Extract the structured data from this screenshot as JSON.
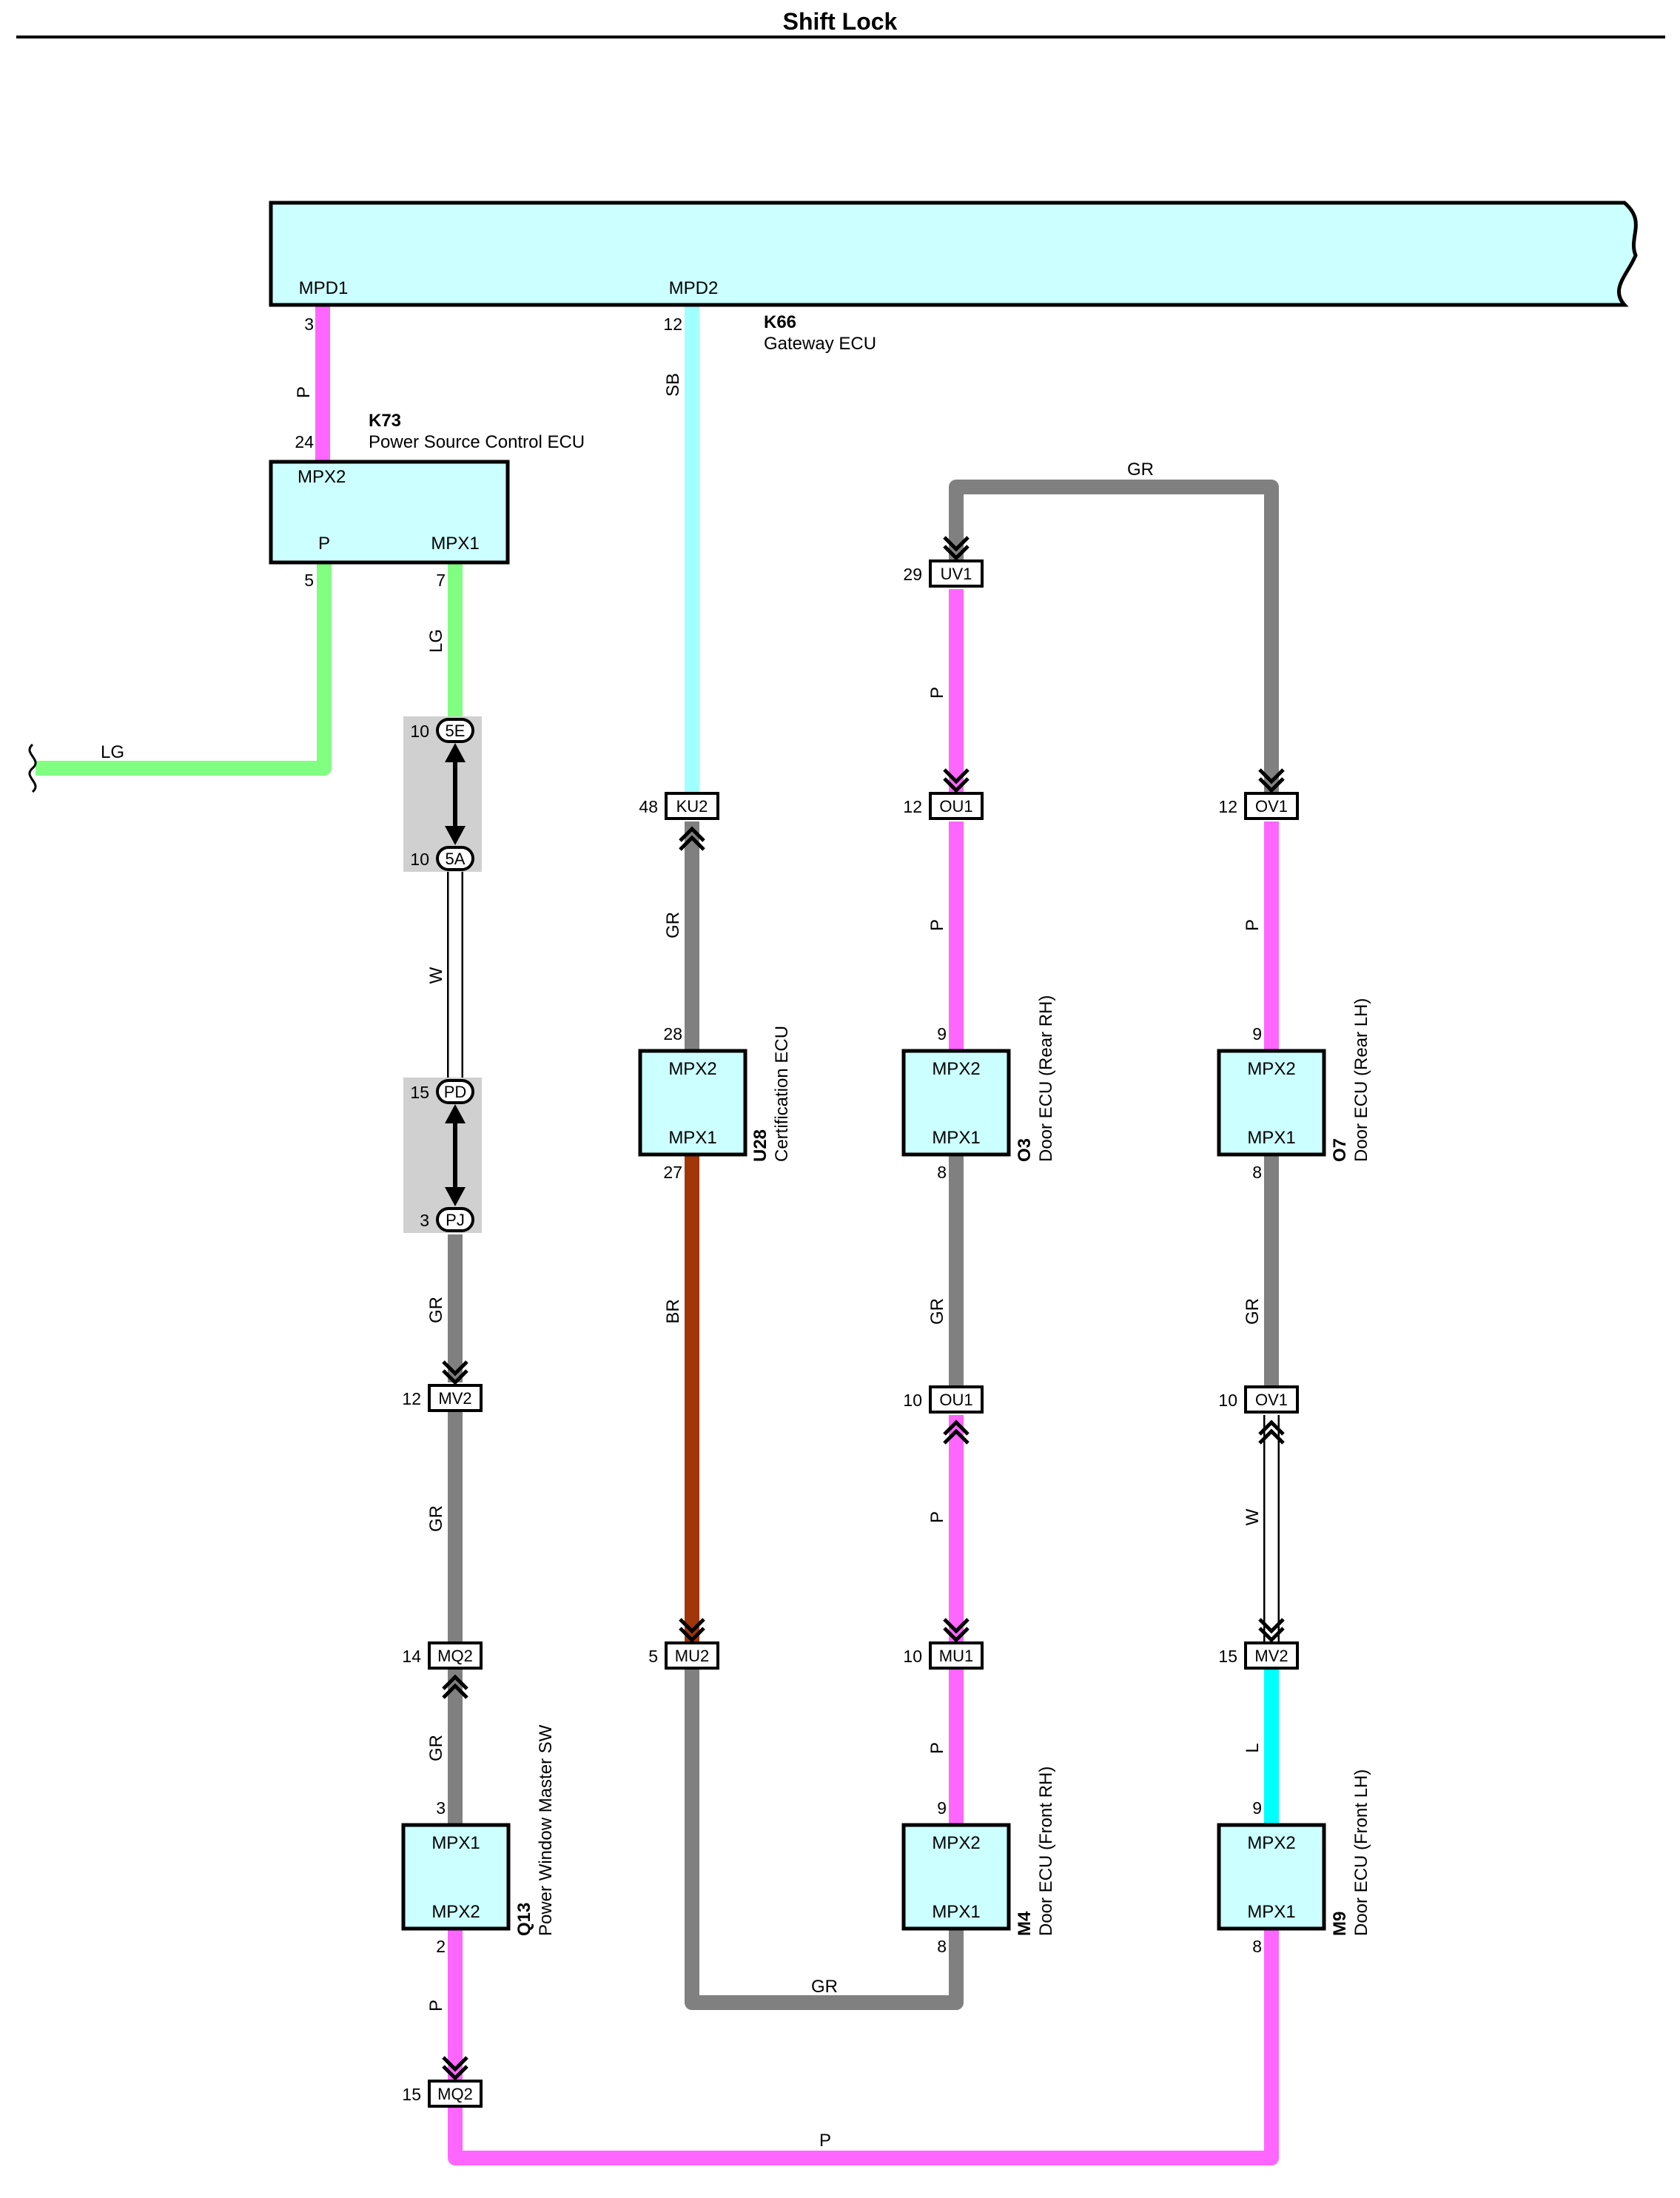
{
  "title": "Shift Lock",
  "colors": {
    "P": "#ff66ff",
    "LG": "#80ff80",
    "SB": "#a0ffff",
    "GR": "#808080",
    "BR": "#a0360a",
    "W": "#ffffff",
    "L": "#00ffff",
    "ecu_fill": "#ccffff",
    "junction_fill": "#d0d0d0"
  },
  "components": {
    "k66": {
      "code": "K66",
      "name": "Gateway ECU",
      "pin_a": "MPD1",
      "pin_b": "MPD2"
    },
    "k73": {
      "code": "K73",
      "name": "Power Source Control ECU",
      "pin_a": "MPX2",
      "pin_b": "P",
      "pin_c": "MPX1"
    },
    "u28": {
      "code": "U28",
      "name": "Certification ECU",
      "pin_a": "MPX2",
      "pin_b": "MPX1"
    },
    "o3": {
      "code": "O3",
      "name": "Door ECU (Rear RH)",
      "pin_a": "MPX2",
      "pin_b": "MPX1"
    },
    "o7": {
      "code": "O7",
      "name": "Door ECU (Rear LH)",
      "pin_a": "MPX2",
      "pin_b": "MPX1"
    },
    "q13": {
      "code": "Q13",
      "name": "Power Window Master SW",
      "pin_a": "MPX1",
      "pin_b": "MPX2"
    },
    "m4": {
      "code": "M4",
      "name": "Door ECU (Front RH)",
      "pin_a": "MPX2",
      "pin_b": "MPX1"
    },
    "m9": {
      "code": "M9",
      "name": "Door ECU (Front LH)",
      "pin_a": "MPX2",
      "pin_b": "MPX1"
    }
  },
  "connectors": {
    "uv1": {
      "name": "UV1",
      "pin": "29"
    },
    "ou1_top": {
      "name": "OU1",
      "pin": "12"
    },
    "ov1_top": {
      "name": "OV1",
      "pin": "12"
    },
    "ku2": {
      "name": "KU2",
      "pin": "48"
    },
    "j5e": {
      "name": "5E",
      "pin": "10"
    },
    "j5a": {
      "name": "5A",
      "pin": "10"
    },
    "jpd": {
      "name": "PD",
      "pin": "15"
    },
    "jpj": {
      "name": "PJ",
      "pin": "3"
    },
    "mv2_left": {
      "name": "MV2",
      "pin": "12"
    },
    "ou1_mid": {
      "name": "OU1",
      "pin": "10"
    },
    "ov1_mid": {
      "name": "OV1",
      "pin": "10"
    },
    "mq2_top": {
      "name": "MQ2",
      "pin": "14"
    },
    "mu2": {
      "name": "MU2",
      "pin": "5"
    },
    "mu1": {
      "name": "MU1",
      "pin": "10"
    },
    "mv2_right": {
      "name": "MV2",
      "pin": "15"
    },
    "mq2_bottom": {
      "name": "MQ2",
      "pin": "15"
    }
  },
  "pins": {
    "k66_mpd1": "3",
    "k66_mpd2": "12",
    "k73_mpx2": "24",
    "k73_p": "5",
    "k73_mpx1": "7",
    "u28_mpx2": "28",
    "u28_mpx1": "27",
    "o3_mpx2": "9",
    "o3_mpx1": "8",
    "o7_mpx2": "9",
    "o7_mpx1": "8",
    "q13_mpx1": "3",
    "q13_mpx2": "2",
    "m4_mpx2": "9",
    "m4_mpx1": "8",
    "m9_mpx2": "9",
    "m9_mpx1": "8"
  },
  "wires": {
    "k66_k73": "P",
    "k66_ku2": "SB",
    "k73_p_out": "LG",
    "k73_mpx1_5e": "LG",
    "j5a_pd": "W",
    "pj_mv2": "GR",
    "mv2_mq2": "GR",
    "mq2_q13": "GR",
    "q13_mq2": "P",
    "mq2_m9": "P",
    "ku2_u28": "GR",
    "u28_mu2": "BR",
    "mu2_m4": "GR",
    "uv1_ov1_loop": "GR",
    "uv1_ou1": "P",
    "ou1_o3": "P",
    "o3_ou1": "GR",
    "ou1_mu1": "P",
    "mu1_m4": "P",
    "ov1_o7": "P",
    "o7_ov1": "GR",
    "ov1_mv2": "W",
    "mv2_m9": "L"
  }
}
